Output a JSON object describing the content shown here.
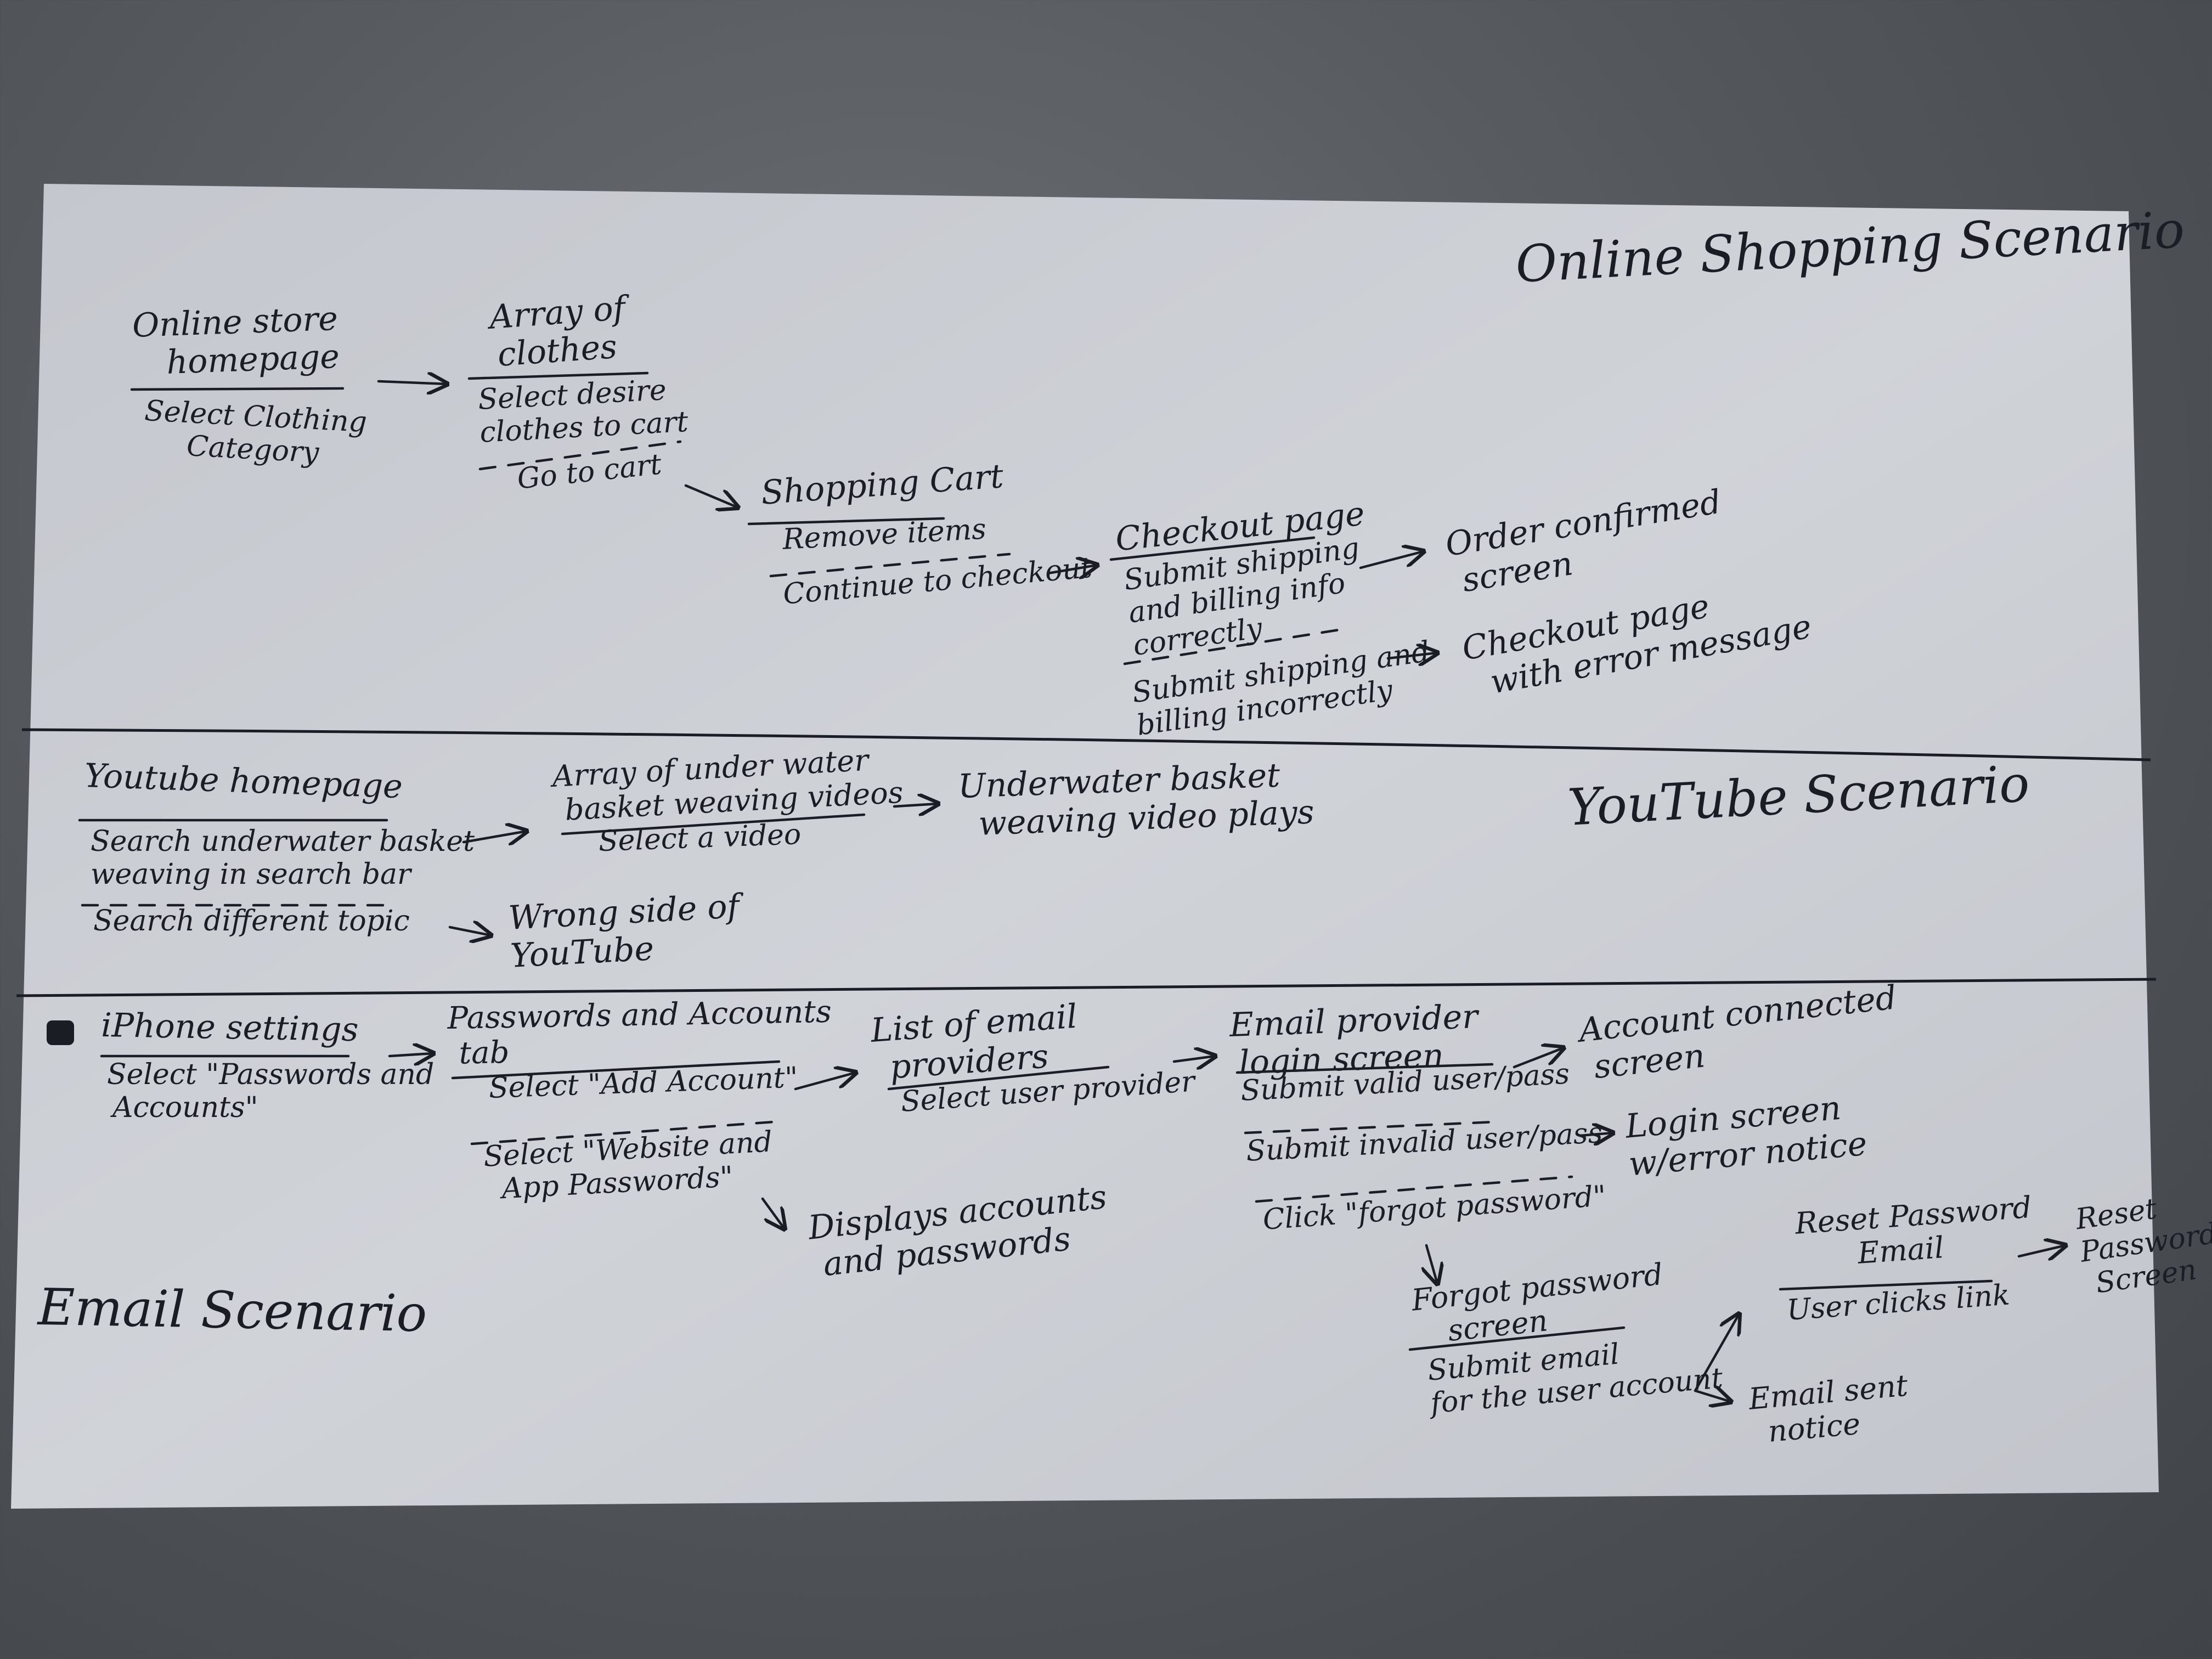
{
  "sections": {
    "shopping": {
      "label": "Online Shopping Scenario",
      "nodes": {
        "homepage": {
          "title_1": "Online store",
          "title_2": "homepage",
          "action_1": "Select Clothing",
          "action_2": "Category"
        },
        "array": {
          "title_1": "Array of",
          "title_2": "clothes",
          "action_1": "Select desire",
          "action_2": "clothes to cart",
          "action_3": "Go to cart"
        },
        "cart": {
          "title": "Shopping Cart",
          "action_1": "Remove items",
          "action_2": "Continue to checkout"
        },
        "checkout": {
          "title": "Checkout page",
          "action_1": "Submit shipping",
          "action_2": "and billing info",
          "action_3": "correctly",
          "action_4": "Submit shipping and",
          "action_5": "billing incorrectly"
        },
        "confirmed": {
          "line_1": "Order confirmed",
          "line_2": "screen"
        },
        "error": {
          "line_1": "Checkout page",
          "line_2": "with error message"
        }
      }
    },
    "youtube": {
      "label": "YouTube Scenario",
      "nodes": {
        "homepage": {
          "title": "Youtube homepage",
          "action_1": "Search underwater basket",
          "action_2": "weaving in search bar",
          "action_3": "Search different topic"
        },
        "array": {
          "title_1": "Array of under water",
          "title_2": "basket weaving videos",
          "action_1": "Select a video"
        },
        "plays": {
          "line_1": "Underwater basket",
          "line_2": "weaving video plays"
        },
        "wrong": {
          "line_1": "Wrong side of",
          "line_2": "YouTube"
        }
      }
    },
    "email": {
      "label": "Email Scenario",
      "nodes": {
        "settings": {
          "title": "iPhone settings",
          "action_1": "Select \"Passwords and",
          "action_2": "Accounts\""
        },
        "passwords": {
          "title_1": "Passwords and Accounts",
          "title_2": "tab",
          "action_1": "Select \"Add Account\"",
          "action_2": "Select \"Website and",
          "action_3": "App Passwords\""
        },
        "providers": {
          "title_1": "List of email",
          "title_2": "providers",
          "action_1": "Select user provider"
        },
        "displays": {
          "line_1": "Displays accounts",
          "line_2": "and passwords"
        },
        "login": {
          "title_1": "Email provider",
          "title_2": "login screen",
          "action_1": "Submit valid user/pass",
          "action_2": "Submit invalid user/pass",
          "action_3": "Click \"forgot password\""
        },
        "connected": {
          "line_1": "Account connected",
          "line_2": "screen"
        },
        "login_error": {
          "line_1": "Login screen",
          "line_2": "w/error notice"
        },
        "forgot": {
          "title_1": "Forgot password",
          "title_2": "screen",
          "action_1": "Submit email",
          "action_2": "for the user account"
        },
        "reset_email": {
          "title_1": "Reset Password",
          "title_2": "Email",
          "action_1": "User clicks link"
        },
        "sent": {
          "line_1": "Email sent",
          "line_2": "notice"
        },
        "reset_screen": {
          "line_1": "Reset",
          "line_2": "Password",
          "line_3": "Screen"
        }
      }
    }
  },
  "colors": {
    "paper": "#c9ccd2",
    "ink": "#1b1d24",
    "background": "#55585c"
  }
}
